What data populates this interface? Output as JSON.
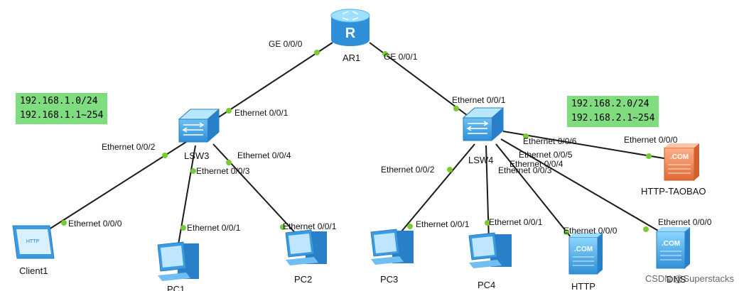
{
  "devices": {
    "ar1": "AR1",
    "lsw3": "LSW3",
    "lsw4": "LSW4",
    "client1": "Client1",
    "pc1": "PC1",
    "pc2": "PC2",
    "pc3": "PC3",
    "pc4": "PC4",
    "http": "HTTP",
    "dns": "DNS",
    "http_taobao": "HTTP-TAOBAO"
  },
  "ports": {
    "ar1_ge000": "GE 0/0/0",
    "ar1_ge001": "GE 0/0/1",
    "lsw3_e001": "Ethernet 0/0/1",
    "lsw3_e002": "Ethernet 0/0/2",
    "lsw3_e003": "Ethernet 0/0/3",
    "lsw3_e004": "Ethernet 0/0/4",
    "client1_e000": "Ethernet 0/0/0",
    "pc1_e001": "Ethernet 0/0/1",
    "pc2_e001": "Ethernet 0/0/1",
    "lsw4_e001": "Ethernet 0/0/1",
    "lsw4_e002": "Ethernet 0/0/2",
    "lsw4_e003": "Ethernet 0/0/3",
    "lsw4_e004": "Ethernet 0/0/4",
    "lsw4_e005": "Ethernet 0/0/5",
    "lsw4_e006": "Ethernet 0/0/6",
    "pc3_e001": "Ethernet 0/0/1",
    "pc4_e001": "Ethernet 0/0/1",
    "http_e000": "Ethernet 0/0/0",
    "dns_e000": "Ethernet 0/0/0",
    "taobao_e000": "Ethernet 0/0/0"
  },
  "networks": {
    "left": {
      "subnet": "192.168.1.0/24",
      "range": "192.168.1.1~254"
    },
    "right": {
      "subnet": "192.168.2.0/24",
      "range": "192.168.2.1~254"
    }
  },
  "server_icon_text": ".COM",
  "client_icon_text": "HTTP",
  "watermark": "CSDN @Superstacks",
  "colors": {
    "link": "#1a1a1a",
    "port_dot": "#77cc33",
    "device_blue": "#3a9be3",
    "server_orange": "#f08050",
    "net_box": "#7fdc7f"
  }
}
